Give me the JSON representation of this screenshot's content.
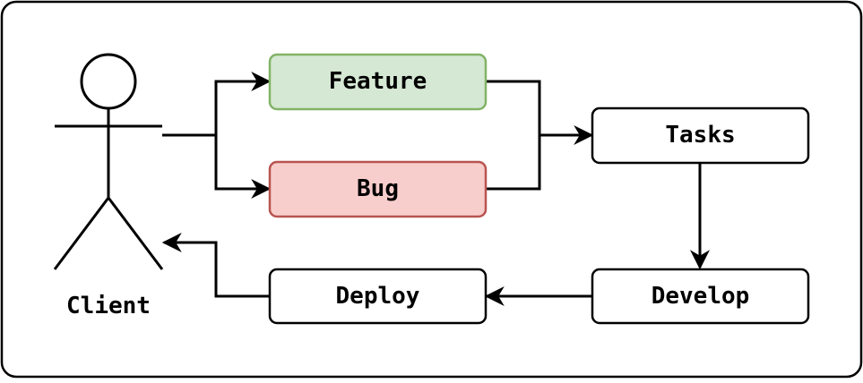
{
  "diagram": {
    "actor_label": "Client",
    "nodes": {
      "feature": {
        "label": "Feature",
        "fill": "#d5e8d4",
        "stroke": "#82b366"
      },
      "bug": {
        "label": "Bug",
        "fill": "#f8cecc",
        "stroke": "#b85450"
      },
      "tasks": {
        "label": "Tasks",
        "fill": "#ffffff",
        "stroke": "#000000"
      },
      "develop": {
        "label": "Develop",
        "fill": "#ffffff",
        "stroke": "#000000"
      },
      "deploy": {
        "label": "Deploy",
        "fill": "#ffffff",
        "stroke": "#000000"
      }
    },
    "edges": [
      {
        "from": "client",
        "to": "feature"
      },
      {
        "from": "client",
        "to": "bug"
      },
      {
        "from": "feature",
        "to": "tasks"
      },
      {
        "from": "bug",
        "to": "tasks"
      },
      {
        "from": "tasks",
        "to": "develop"
      },
      {
        "from": "develop",
        "to": "deploy"
      },
      {
        "from": "deploy",
        "to": "client"
      }
    ]
  }
}
